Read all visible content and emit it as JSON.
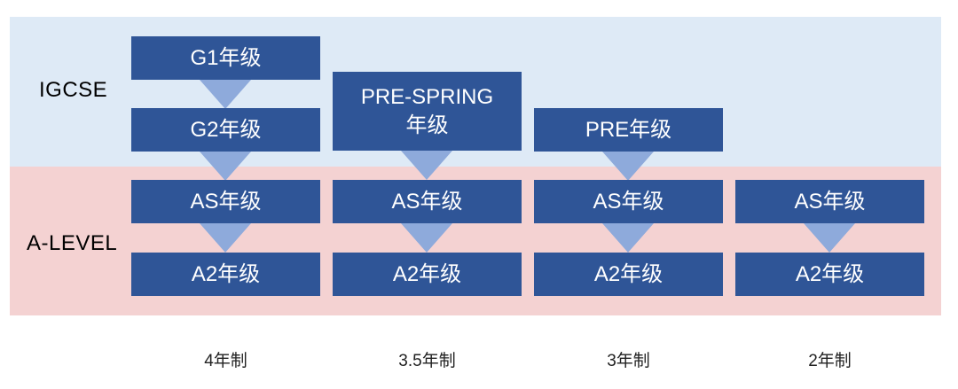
{
  "rows": {
    "igcse": {
      "label": "IGCSE"
    },
    "alevel": {
      "label": "A-LEVEL"
    }
  },
  "columns": [
    {
      "duration": "4年制",
      "boxes": [
        "G1年级",
        "G2年级",
        "AS年级",
        "A2年级"
      ]
    },
    {
      "duration": "3.5年制",
      "boxes": [
        "PRE-SPRING年级",
        "AS年级",
        "A2年级"
      ],
      "pre_line1": "PRE-SPRING",
      "pre_line2": "年级"
    },
    {
      "duration": "3年制",
      "boxes": [
        "PRE年级",
        "AS年级",
        "A2年级"
      ]
    },
    {
      "duration": "2年制",
      "boxes": [
        "AS年级",
        "A2年级"
      ]
    }
  ],
  "colors": {
    "box": "#2f5597",
    "arrow": "#8eaadb",
    "igcse_band": "#deeaf6",
    "alevel_band": "#f4d2d2"
  }
}
